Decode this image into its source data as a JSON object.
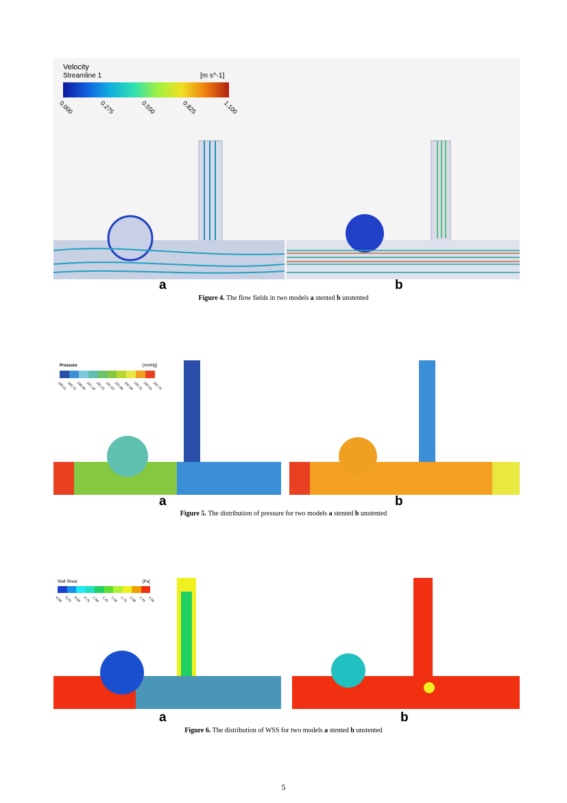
{
  "figure4": {
    "legend_title": "Velocity",
    "legend_subtitle": "Streamline 1",
    "legend_unit": "[m s^-1]",
    "ticks": [
      "0.000",
      "0.275",
      "0.550",
      "0.825",
      "1.100"
    ],
    "panel_a": "a",
    "panel_b": "b",
    "caption_label": "Figure 4.",
    "caption_text": " The flow fields in two models ",
    "caption_a": "a",
    "caption_mid": " stented ",
    "caption_b": "b",
    "caption_end": " unstented"
  },
  "figure5": {
    "legend_title": "Pressure",
    "legend_unit": "[mmHg]",
    "ticks": [
      "100.51",
      "100.73",
      "100.96",
      "101.18",
      "101.41",
      "101.63",
      "101.86",
      "102.08",
      "102.31",
      "102.53",
      "102.75"
    ],
    "colors": [
      "#2a4fa8",
      "#3a8fd6",
      "#7ec8e0",
      "#5fc0b0",
      "#6cc46a",
      "#86c840",
      "#b8d830",
      "#e8e840",
      "#f4a020",
      "#e84020"
    ],
    "panel_a": "a",
    "panel_b": "b",
    "caption_label": "Figure 5.",
    "caption_text": " The distribution of pressure for two models ",
    "caption_a": "a",
    "caption_mid": " stented ",
    "caption_b": "b",
    "caption_end": " unstented"
  },
  "figure6": {
    "legend_title": "Wall Shear",
    "legend_unit": "[Pa]",
    "ticks": [
      "0.00",
      "0.25",
      "0.50",
      "0.75",
      "1.00",
      "1.25",
      "1.50",
      "1.75",
      "2.00",
      "2.25",
      "2.50"
    ],
    "colors": [
      "#1a40d0",
      "#1a90e8",
      "#20e8f0",
      "#20e0c0",
      "#20d060",
      "#60e030",
      "#b0f030",
      "#f0f020",
      "#f0a000",
      "#f03010"
    ],
    "panel_a": "a",
    "panel_b": "b",
    "caption_label": "Figure 6.",
    "caption_text": " The distribution of WSS for two models ",
    "caption_a": "a",
    "caption_mid": " stented ",
    "caption_b": "b",
    "caption_end": " unstented"
  },
  "page_number": "5"
}
